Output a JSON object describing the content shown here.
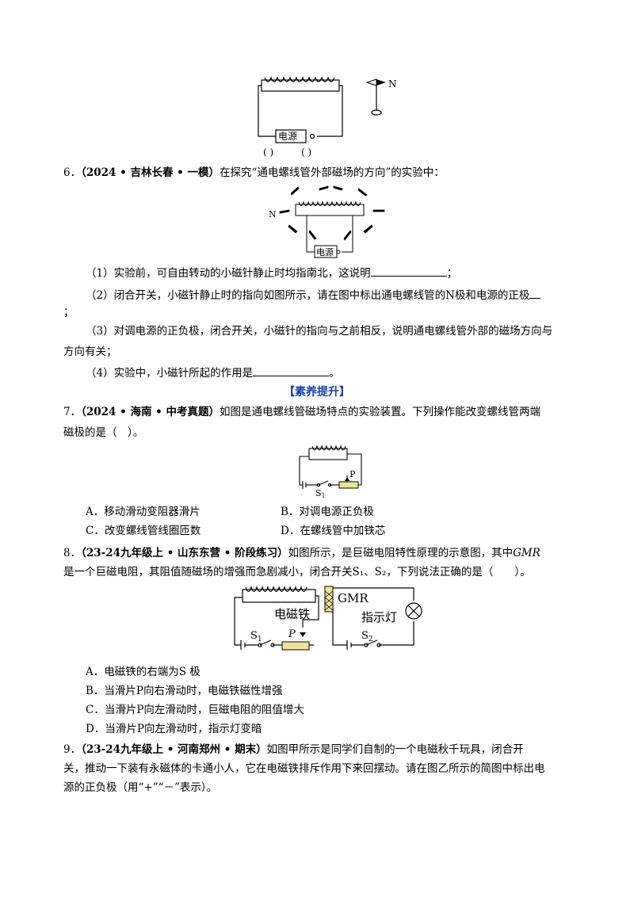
{
  "fig1": {
    "power_label": "电源",
    "bracket_left": "(      )",
    "bracket_right": "(      )",
    "compass_n": "N"
  },
  "q6": {
    "number": "6．",
    "source": "（2024 • 吉林长春 • 一模）",
    "stem": "在探究“通电螺线管外部磁场的方向”的实验中：",
    "fig_n": "N",
    "fig_power": "电源",
    "sub1": "（1）实验前，可自由转动的小磁针静止时均指南北，这说明",
    "sub1_end": "；",
    "sub2": "（2）闭合开关，小磁针静止时的指向如图所示，请在图中标出通电螺线管的N极和电源的正极",
    "sub2_cont": "；",
    "sub3_a": "（3）对调电源的正负极，闭合开关，小磁针的指向与之前相反，说明通电螺线管外部的磁场方向与",
    "sub3_b": "方向有关；",
    "sub4": "（4）实验中，小磁针所起的作用是",
    "sub4_end": "。"
  },
  "section_title": "【素养提升】",
  "q7": {
    "number": "7．",
    "source": "（2024 • 海南 • 中考真题）",
    "stem_a": "如图是通电螺线管磁场特点的实验装置。下列操作能改变螺线管两端",
    "stem_b": "磁极的是（　）。",
    "fig_p": "P",
    "fig_s": "S",
    "fig_s_sub": "1",
    "options": [
      "A．移动滑动变阻器滑片",
      "B．对调电源正负极",
      "C．改变螺线管线圈匝数",
      "D．在螺线管中加铁芯"
    ]
  },
  "q8": {
    "number": "8．",
    "source": "（23-24九年级上 • 山东东营 • 阶段练习）",
    "stem_a1": "如图所示，是巨磁电阻特性原理的示意图，其中",
    "stem_gmr": "GMR",
    "stem_b": "是一个巨磁电阻，其阻值随磁场的增强而急剧减小，闭合开关S₁、S₂，下列说法正确的是（　　）。",
    "fig_gmr": "GMR",
    "fig_em": "电磁铁",
    "fig_lamp": "指示灯",
    "fig_s1": "S",
    "fig_s1_sub": "1",
    "fig_s2": "S",
    "fig_s2_sub": "2",
    "fig_p": "P",
    "options": [
      "A．电磁铁的右端为S 极",
      "B．当滑片P向右滑动时，电磁铁磁性增强",
      "C．当滑片P向左滑动时，巨磁电阻的阻值增大",
      "D．当滑片P向左滑动时，指示灯变暗"
    ]
  },
  "q9": {
    "number": "9．",
    "source": "（23-24九年级上 • 河南郑州 • 期末）",
    "stem_a": "如图甲所示是同学们自制的一个电磁秋千玩具，闭合开",
    "stem_b": "关，推动一下装有永磁体的卡通小人，它在电磁铁排斥作用下来回摆动。请在图乙所示的简图中标出电",
    "stem_c": "源的正负极（用“+”“－”表示）。"
  }
}
